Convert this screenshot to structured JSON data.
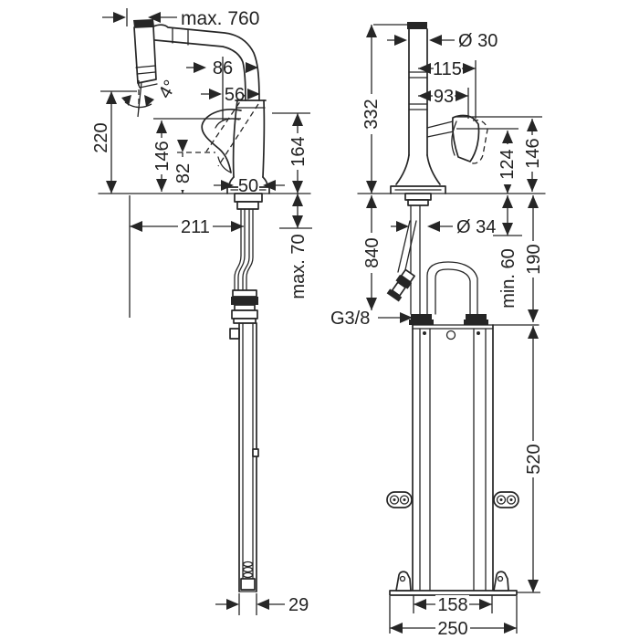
{
  "drawing": {
    "kind": "faucet installation dimension drawing",
    "units_note": "",
    "side_view": {
      "dims": {
        "pullout": "max. 760",
        "spout_front": "86",
        "spout_offset": "56",
        "swivel_angle": "4°",
        "outlet_height": "220",
        "handle_top_height": "146",
        "pivot_height": "82",
        "body_height": "164",
        "base_width": "50",
        "reach": "211",
        "counter_thickness": "max. 70",
        "hose_guide_width": "29"
      }
    },
    "front_view": {
      "dims": {
        "spout_diameter": "Ø 30",
        "handle_reach_outer": "115",
        "handle_reach_inner": "93",
        "total_height": "332",
        "handle_pivot_height": "124",
        "handle_top_height": "146",
        "shank_diameter": "Ø 34",
        "hose_length": "840",
        "min_clearance": "min. 60",
        "box_top_offset": "190",
        "thread": "G3/8",
        "box_height": "520",
        "box_width": "158",
        "base_plate_width": "250"
      }
    }
  }
}
